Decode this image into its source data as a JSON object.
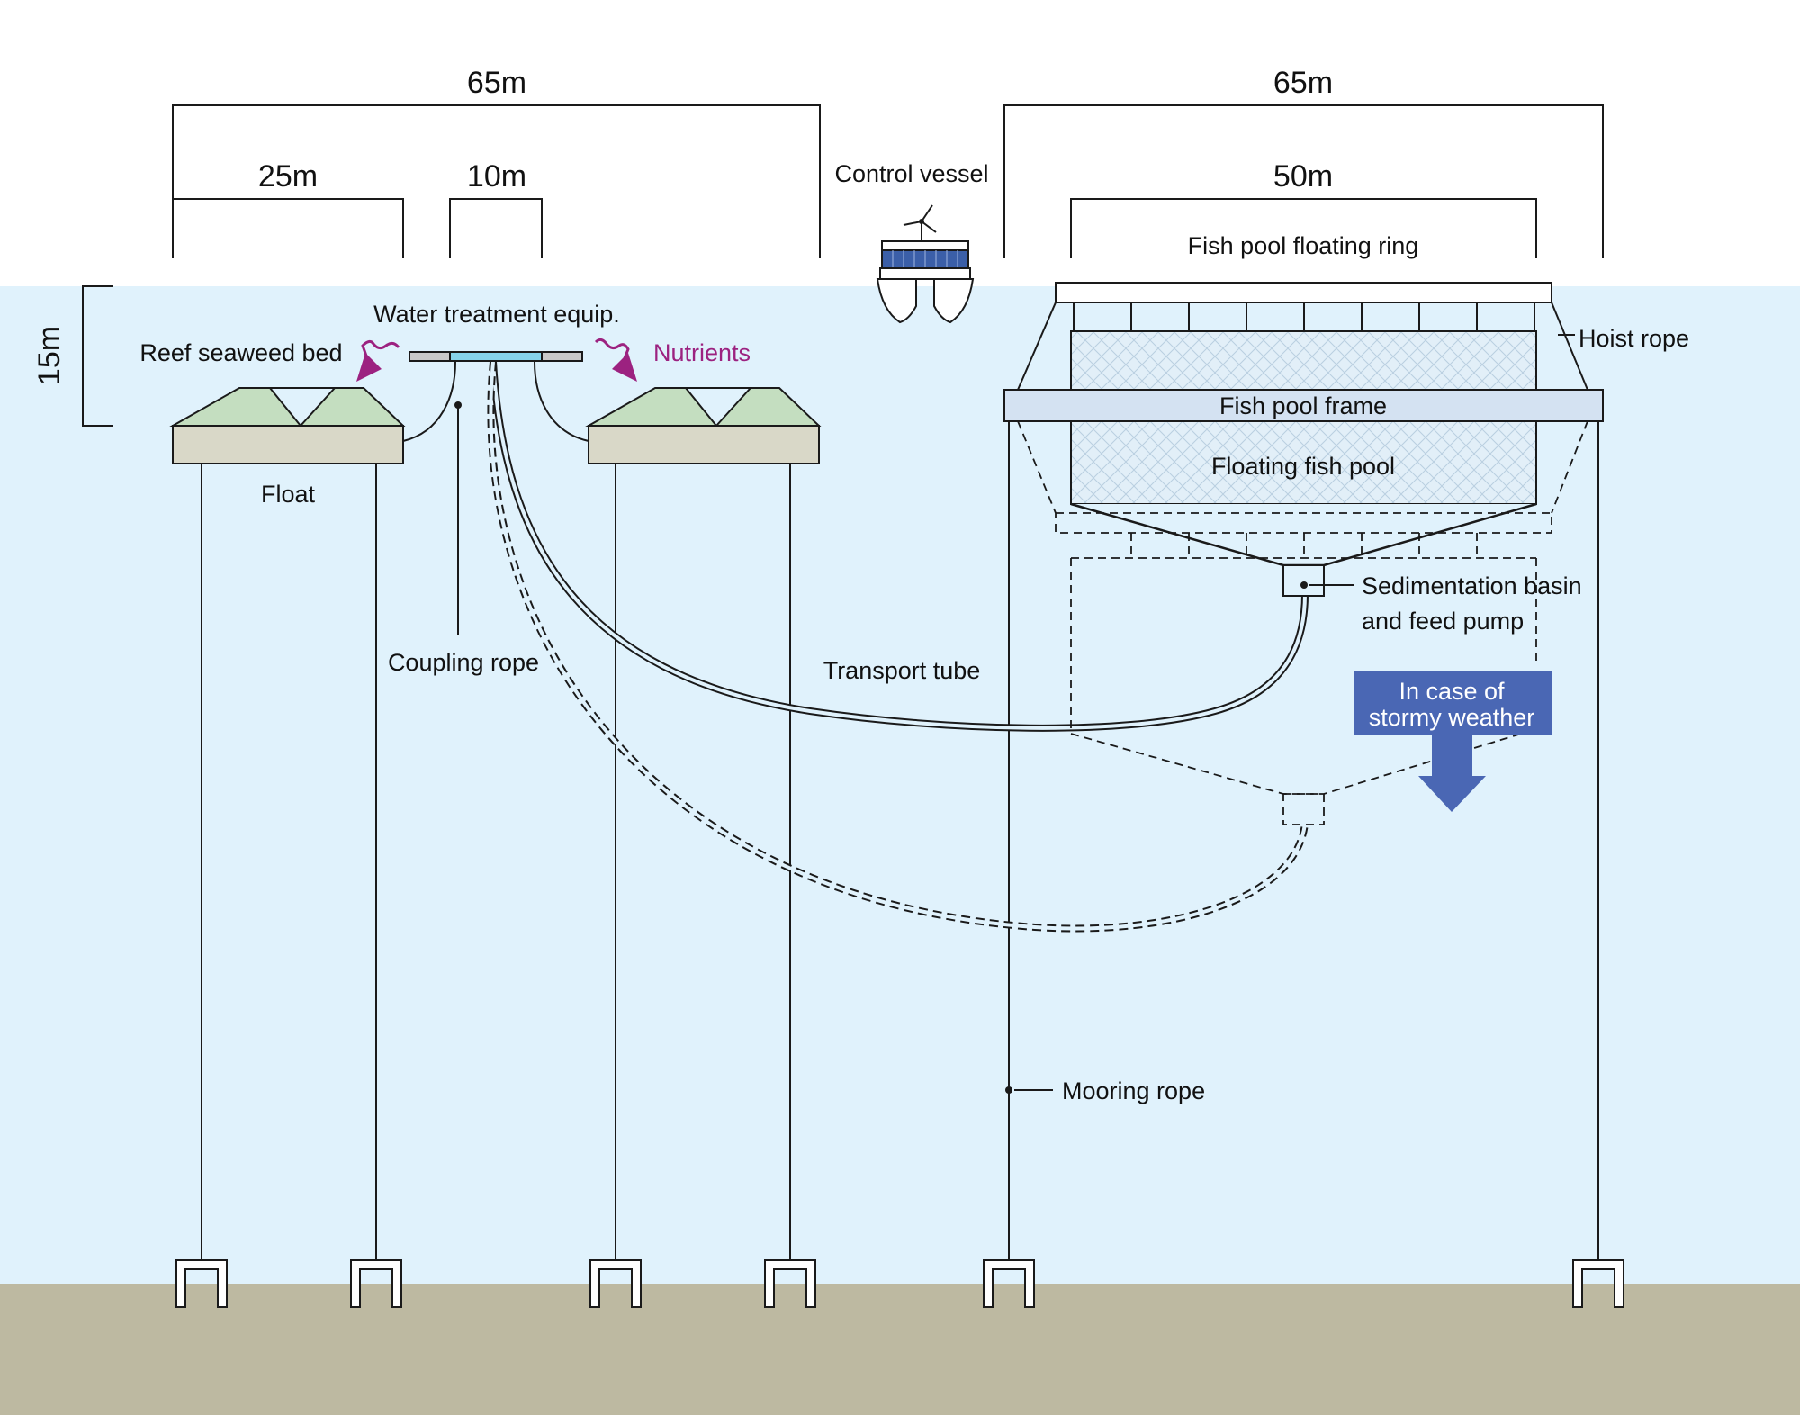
{
  "dimensions": {
    "left_total": "65m",
    "right_total": "65m",
    "seaweed_width": "25m",
    "treatment_width": "10m",
    "pool_width": "50m",
    "depth": "15m"
  },
  "labels": {
    "control_vessel": "Control vessel",
    "fish_pool_floating_ring": "Fish pool floating ring",
    "water_treatment": "Water treatment equip.",
    "reef_seaweed_bed": "Reef seaweed bed",
    "nutrients": "Nutrients",
    "hoist_rope": "Hoist rope",
    "fish_pool_frame": "Fish pool frame",
    "float": "Float",
    "floating_fish_pool": "Floating fish pool",
    "sedimentation_line1": "Sedimentation basin",
    "sedimentation_line2": "and feed pump",
    "coupling_rope": "Coupling rope",
    "transport_tube": "Transport tube",
    "storm_line1": "In case of",
    "storm_line2": "stormy weather",
    "mooring_rope": "Mooring rope"
  },
  "colors": {
    "sea": "#e0f2fc",
    "seabed": "#bdb9a1",
    "float": "#d9d8c8",
    "seaweed": "#c4dec0",
    "frame": "#d4e2f2",
    "treatment": "#86d3ea",
    "nutrient_arrow": "#9c2280",
    "storm_arrow": "#4a67b4"
  }
}
